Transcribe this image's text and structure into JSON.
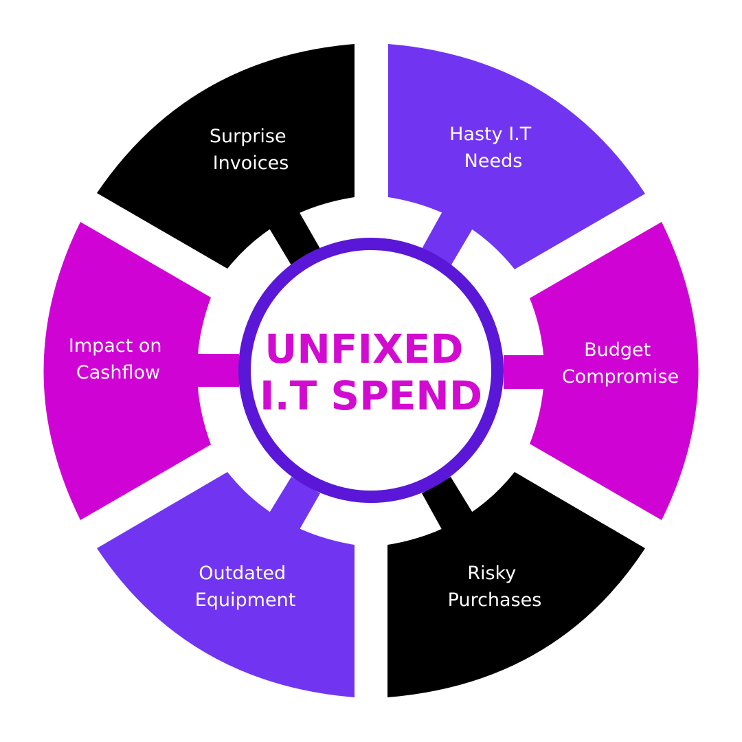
{
  "center": {
    "line1": "UNFIXED",
    "line2": "I.T SPEND",
    "ring_color": "#5a17d8",
    "text_color": "#d20bd0"
  },
  "segments": [
    {
      "id": "surprise-invoices",
      "line1": "Surprise",
      "line2": "Invoices",
      "color": "#000000"
    },
    {
      "id": "hasty-it-needs",
      "line1": "Hasty I.T",
      "line2": "Needs",
      "color": "#7135f2"
    },
    {
      "id": "budget-compromise",
      "line1": "Budget",
      "line2": "Compromise",
      "color": "#d003d5"
    },
    {
      "id": "risky-purchases",
      "line1": "Risky",
      "line2": "Purchases",
      "color": "#000000"
    },
    {
      "id": "outdated-equipment",
      "line1": "Outdated",
      "line2": "Equipment",
      "color": "#7135f2"
    },
    {
      "id": "impact-on-cashflow",
      "line1": "Impact on",
      "line2": "Cashflow",
      "color": "#d003d5"
    }
  ]
}
